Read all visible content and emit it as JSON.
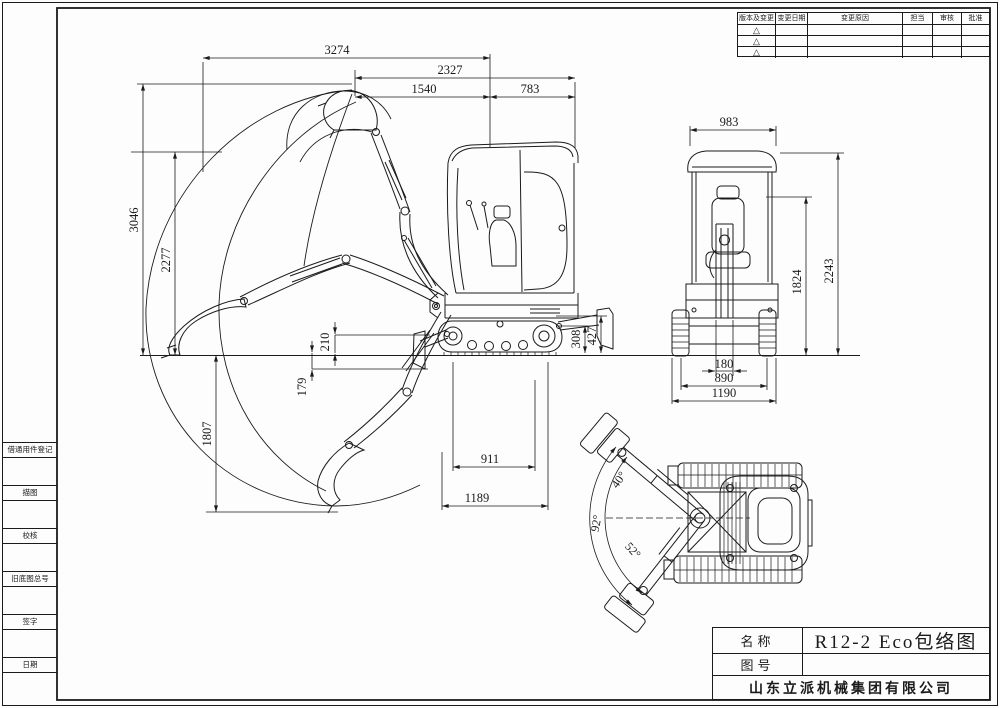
{
  "colors": {
    "line": "#1b1b1b",
    "background": "#fdfdfd"
  },
  "revision_table": {
    "headers": [
      "版本及变更",
      "变更日期",
      "变更原因",
      "担当",
      "审核",
      "批准"
    ],
    "rows": [
      {
        "symbol": "△"
      },
      {
        "symbol": "△"
      },
      {
        "symbol": "△"
      }
    ]
  },
  "margin": {
    "labels": [
      "借通用件登记",
      "描图",
      "校核",
      "旧底图总号",
      "签字",
      "日期"
    ]
  },
  "title_block": {
    "name_label": "名称",
    "name_value": "R12-2 Eco包络图",
    "number_label": "图号",
    "number_value": "",
    "company": "山东立派机械集团有限公司"
  },
  "dims": {
    "side": {
      "reach_3274": "3274",
      "d2327": "2327",
      "d1540": "1540",
      "d783": "783",
      "height_3046": "3046",
      "d2277": "2277",
      "depth_1807": "1807",
      "d210": "210",
      "d179": "179",
      "d308": "308",
      "d427": "427",
      "wheelbase_911": "911",
      "track_1189": "1189"
    },
    "rear": {
      "width_983": "983",
      "d1824": "1824",
      "d2243": "2243",
      "shoe_180": "180",
      "gauge_890": "890",
      "overall_1190": "1190"
    },
    "plan": {
      "swing_left": "40°",
      "swing_total": "92°",
      "swing_right": "52°"
    }
  }
}
